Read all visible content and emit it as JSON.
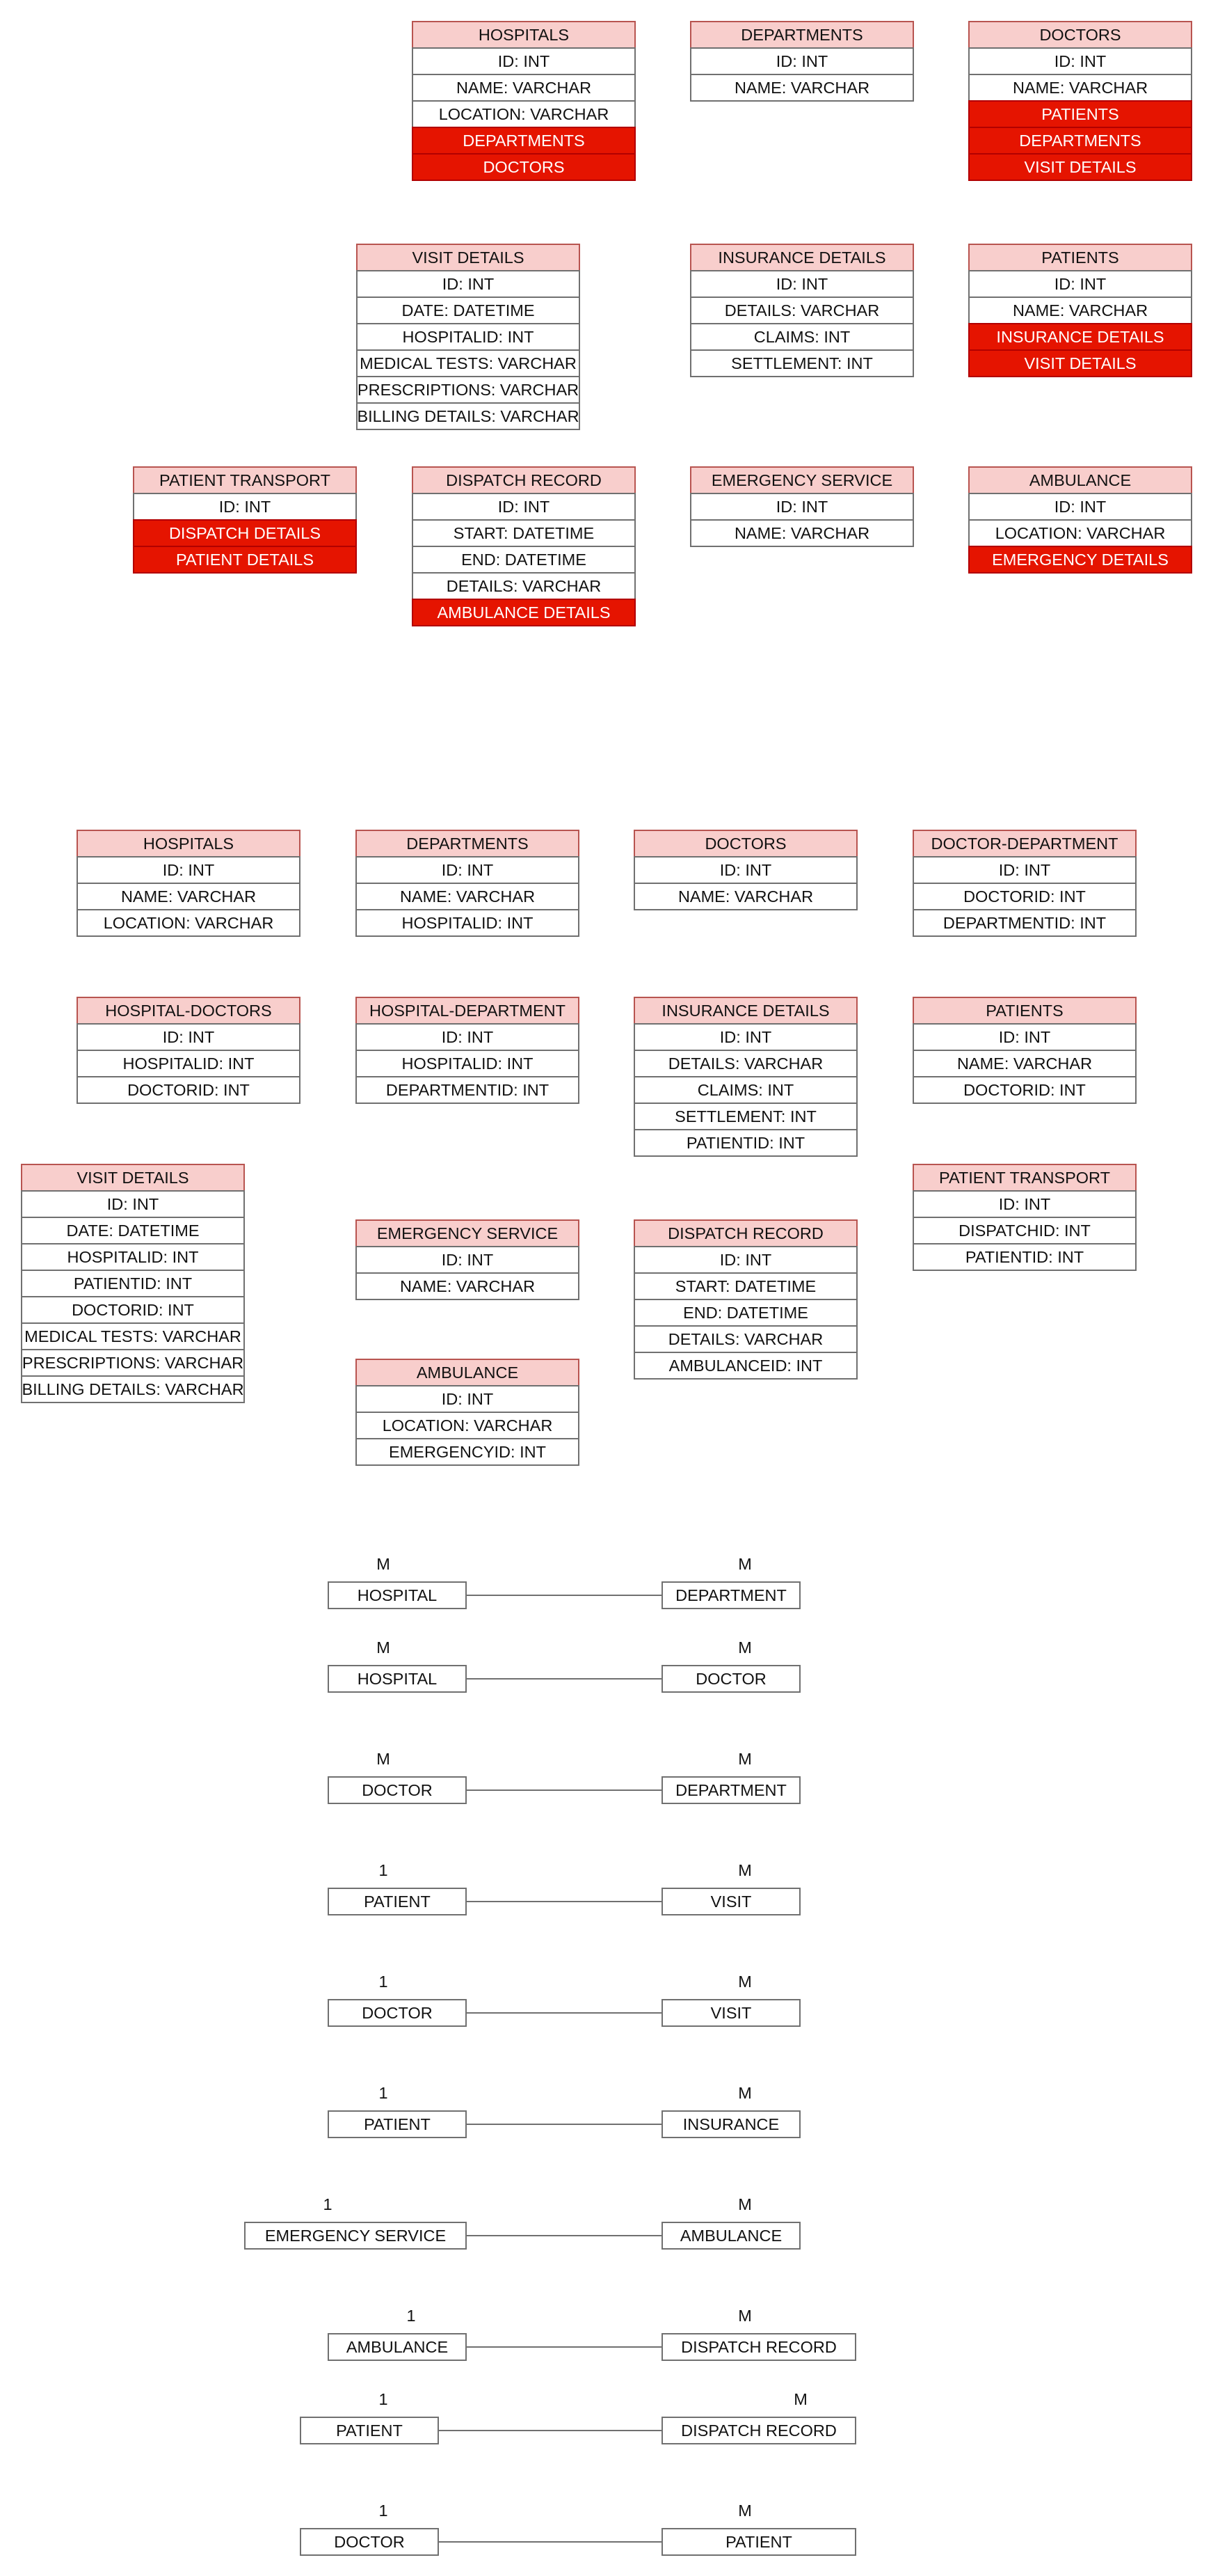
{
  "er_tables": [
    {
      "title": "HOSPITALS",
      "rows": [
        {
          "text": "ID: INT"
        },
        {
          "text": "NAME: VARCHAR"
        },
        {
          "text": "LOCATION: VARCHAR"
        },
        {
          "text": "DEPARTMENTS",
          "hl": true
        },
        {
          "text": "DOCTORS",
          "hl": true
        }
      ]
    },
    {
      "title": "DEPARTMENTS",
      "rows": [
        {
          "text": "ID: INT"
        },
        {
          "text": "NAME: VARCHAR"
        }
      ]
    },
    {
      "title": "DOCTORS",
      "rows": [
        {
          "text": "ID: INT"
        },
        {
          "text": "NAME: VARCHAR"
        },
        {
          "text": "PATIENTS",
          "hl": true
        },
        {
          "text": "DEPARTMENTS",
          "hl": true
        },
        {
          "text": "VISIT DETAILS",
          "hl": true
        }
      ]
    },
    {
      "title": "VISIT DETAILS",
      "rows": [
        {
          "text": "ID: INT"
        },
        {
          "text": "DATE: DATETIME"
        },
        {
          "text": "HOSPITALID: INT"
        },
        {
          "text": "MEDICAL TESTS: VARCHAR"
        },
        {
          "text": "PRESCRIPTIONS: VARCHAR"
        },
        {
          "text": "BILLING DETAILS: VARCHAR"
        }
      ]
    },
    {
      "title": "INSURANCE DETAILS",
      "rows": [
        {
          "text": "ID: INT"
        },
        {
          "text": "DETAILS: VARCHAR"
        },
        {
          "text": "CLAIMS: INT"
        },
        {
          "text": "SETTLEMENT: INT"
        }
      ]
    },
    {
      "title": "PATIENTS",
      "rows": [
        {
          "text": "ID: INT"
        },
        {
          "text": "NAME: VARCHAR"
        },
        {
          "text": "INSURANCE DETAILS",
          "hl": true
        },
        {
          "text": "VISIT DETAILS",
          "hl": true
        }
      ]
    },
    {
      "title": "PATIENT TRANSPORT",
      "rows": [
        {
          "text": "ID: INT"
        },
        {
          "text": "DISPATCH DETAILS",
          "hl": true
        },
        {
          "text": "PATIENT DETAILS",
          "hl": true
        }
      ]
    },
    {
      "title": "DISPATCH RECORD",
      "rows": [
        {
          "text": "ID: INT"
        },
        {
          "text": "START: DATETIME"
        },
        {
          "text": "END: DATETIME"
        },
        {
          "text": "DETAILS: VARCHAR"
        },
        {
          "text": "AMBULANCE DETAILS",
          "hl": true
        }
      ]
    },
    {
      "title": "EMERGENCY SERVICE",
      "rows": [
        {
          "text": "ID: INT"
        },
        {
          "text": "NAME: VARCHAR"
        }
      ]
    },
    {
      "title": "AMBULANCE",
      "rows": [
        {
          "text": "ID: INT"
        },
        {
          "text": "LOCATION: VARCHAR"
        },
        {
          "text": "EMERGENCY DETAILS",
          "hl": true
        }
      ]
    },
    {
      "title": "HOSPITALS",
      "rows": [
        {
          "text": "ID: INT"
        },
        {
          "text": "NAME: VARCHAR"
        },
        {
          "text": "LOCATION: VARCHAR"
        }
      ]
    },
    {
      "title": "DEPARTMENTS",
      "rows": [
        {
          "text": "ID: INT"
        },
        {
          "text": "NAME: VARCHAR"
        },
        {
          "text": "HOSPITALID: INT"
        }
      ]
    },
    {
      "title": "DOCTORS",
      "rows": [
        {
          "text": "ID: INT"
        },
        {
          "text": "NAME: VARCHAR"
        }
      ]
    },
    {
      "title": "DOCTOR-DEPARTMENT",
      "rows": [
        {
          "text": "ID: INT"
        },
        {
          "text": "DOCTORID: INT"
        },
        {
          "text": "DEPARTMENTID: INT"
        }
      ]
    },
    {
      "title": "HOSPITAL-DOCTORS",
      "rows": [
        {
          "text": "ID: INT"
        },
        {
          "text": "HOSPITALID: INT"
        },
        {
          "text": "DOCTORID: INT"
        }
      ]
    },
    {
      "title": "HOSPITAL-DEPARTMENT",
      "rows": [
        {
          "text": "ID: INT"
        },
        {
          "text": "HOSPITALID: INT"
        },
        {
          "text": "DEPARTMENTID: INT"
        }
      ]
    },
    {
      "title": "INSURANCE DETAILS",
      "rows": [
        {
          "text": "ID: INT"
        },
        {
          "text": "DETAILS: VARCHAR"
        },
        {
          "text": "CLAIMS: INT"
        },
        {
          "text": "SETTLEMENT: INT"
        },
        {
          "text": "PATIENTID: INT"
        }
      ]
    },
    {
      "title": "PATIENTS",
      "rows": [
        {
          "text": "ID: INT"
        },
        {
          "text": "NAME: VARCHAR"
        },
        {
          "text": "DOCTORID: INT"
        }
      ]
    },
    {
      "title": "VISIT DETAILS",
      "rows": [
        {
          "text": "ID: INT"
        },
        {
          "text": "DATE: DATETIME"
        },
        {
          "text": "HOSPITALID: INT"
        },
        {
          "text": "PATIENTID: INT"
        },
        {
          "text": "DOCTORID: INT"
        },
        {
          "text": "MEDICAL TESTS: VARCHAR"
        },
        {
          "text": "PRESCRIPTIONS: VARCHAR"
        },
        {
          "text": "BILLING DETAILS: VARCHAR"
        }
      ]
    },
    {
      "title": "PATIENT TRANSPORT",
      "rows": [
        {
          "text": "ID: INT"
        },
        {
          "text": "DISPATCHID: INT"
        },
        {
          "text": "PATIENTID: INT"
        }
      ]
    },
    {
      "title": "EMERGENCY SERVICE",
      "rows": [
        {
          "text": "ID: INT"
        },
        {
          "text": "NAME: VARCHAR"
        }
      ]
    },
    {
      "title": "DISPATCH RECORD",
      "rows": [
        {
          "text": "ID: INT"
        },
        {
          "text": "START: DATETIME"
        },
        {
          "text": "END: DATETIME"
        },
        {
          "text": "DETAILS: VARCHAR"
        },
        {
          "text": "AMBULANCEID: INT"
        }
      ]
    },
    {
      "title": "AMBULANCE",
      "rows": [
        {
          "text": "ID: INT"
        },
        {
          "text": "LOCATION: VARCHAR"
        },
        {
          "text": "EMERGENCYID: INT"
        }
      ]
    }
  ],
  "relationships": [
    {
      "left": "HOSPITAL",
      "left_card": "M",
      "right": "DEPARTMENT",
      "right_card": "M"
    },
    {
      "left": "HOSPITAL",
      "left_card": "M",
      "right": "DOCTOR",
      "right_card": "M"
    },
    {
      "left": "DOCTOR",
      "left_card": "M",
      "right": "DEPARTMENT",
      "right_card": "M"
    },
    {
      "left": "PATIENT",
      "left_card": "1",
      "right": "VISIT",
      "right_card": "M"
    },
    {
      "left": "DOCTOR",
      "left_card": "1",
      "right": "VISIT",
      "right_card": "M"
    },
    {
      "left": "PATIENT",
      "left_card": "1",
      "right": "INSURANCE",
      "right_card": "M"
    },
    {
      "left": "EMERGENCY SERVICE",
      "left_card": "1",
      "right": "AMBULANCE",
      "right_card": "M"
    },
    {
      "left": "AMBULANCE",
      "left_card": "1",
      "right": "DISPATCH RECORD",
      "right_card": "M"
    },
    {
      "left": "PATIENT",
      "left_card": "1",
      "right": "DISPATCH RECORD",
      "right_card": "M"
    },
    {
      "left": "DOCTOR",
      "left_card": "1",
      "right": "PATIENT",
      "right_card": "M"
    }
  ]
}
